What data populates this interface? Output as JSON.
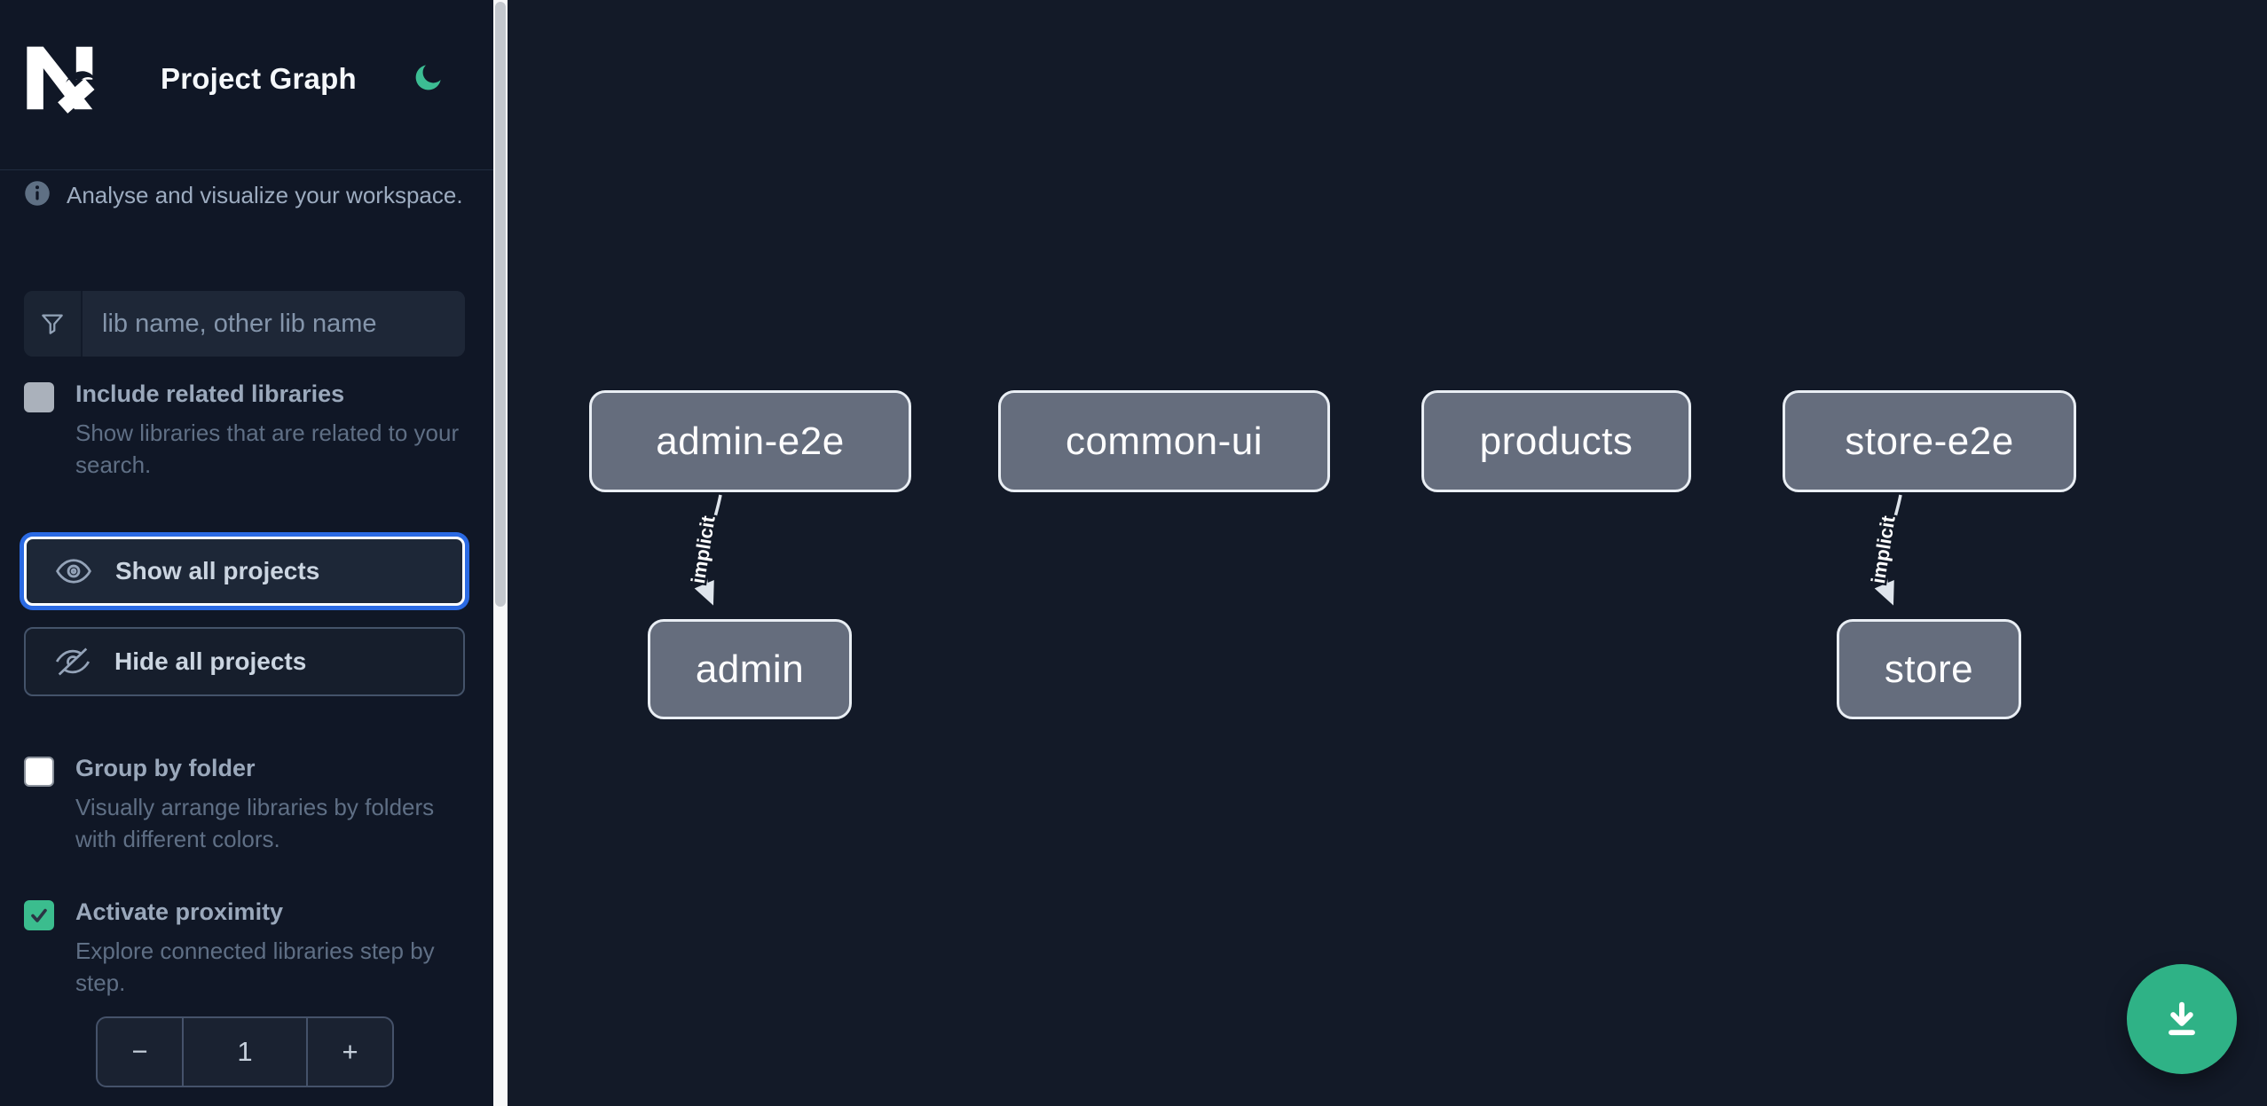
{
  "header": {
    "title": "Project Graph",
    "logo": "nx-logo",
    "theme_icon": "moon-icon"
  },
  "sidebar": {
    "info": "Analyse and visualize your workspace.",
    "search": {
      "placeholder": "lib name, other lib name"
    },
    "options": [
      {
        "label": "Include related libraries",
        "description": "Show libraries that are related to your search.",
        "checked": false,
        "style": "muted"
      },
      {
        "label": "Group by folder",
        "description": "Visually arrange libraries by folders with different colors.",
        "checked": false,
        "style": "white"
      },
      {
        "label": "Activate proximity",
        "description": "Explore connected libraries step by step.",
        "checked": true,
        "style": "checked"
      }
    ],
    "buttons": [
      {
        "label": "Show all projects",
        "icon": "eye-icon",
        "focused": true
      },
      {
        "label": "Hide all projects",
        "icon": "eye-off-icon",
        "focused": false
      }
    ],
    "stepper": {
      "decrement": "−",
      "value": "1",
      "increment": "+"
    }
  },
  "canvas": {
    "nodes": [
      {
        "label": "admin-e2e"
      },
      {
        "label": "common-ui"
      },
      {
        "label": "products"
      },
      {
        "label": "store-e2e"
      },
      {
        "label": "admin"
      },
      {
        "label": "store"
      }
    ],
    "edges": [
      {
        "from": "admin-e2e",
        "to": "admin",
        "label": "implicit"
      },
      {
        "from": "store-e2e",
        "to": "store",
        "label": "implicit"
      }
    ]
  },
  "fab": {
    "icon": "download-icon"
  },
  "colors": {
    "sidebar_bg": "#101726",
    "canvas_bg": "#131a28",
    "accent_green": "#3bbd8e",
    "fab_green": "#2fb286",
    "focus_blue": "#2b6ae3",
    "node_fill": "#656d7d",
    "node_border": "#e9eef4",
    "edge": "#dfe5ec"
  }
}
